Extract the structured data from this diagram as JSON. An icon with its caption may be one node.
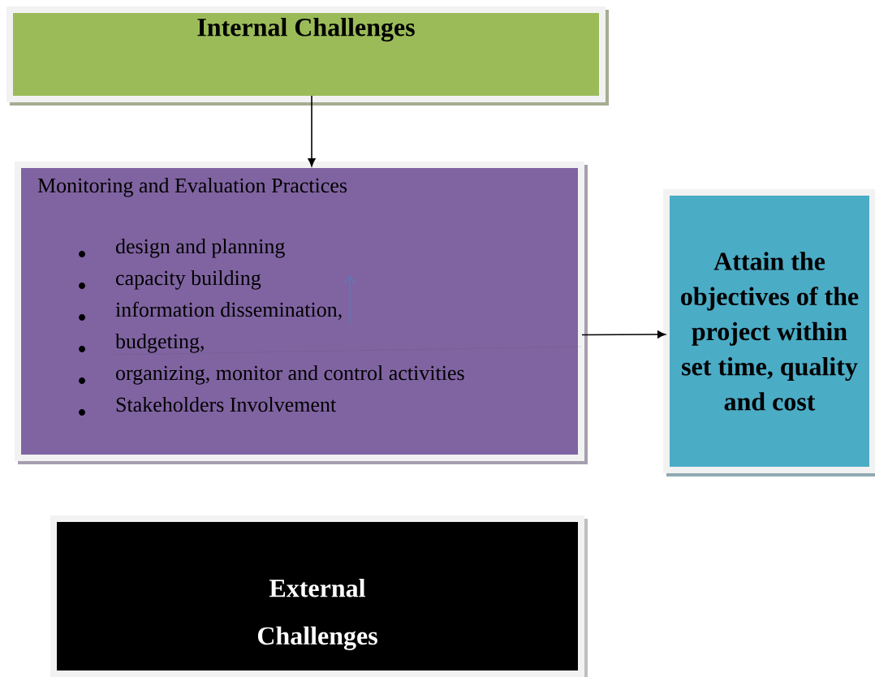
{
  "diagram": {
    "nodes": [
      {
        "text": [
          "Internal Challenges"
        ]
      },
      {
        "text": [
          "Monitoring and Evaluation Practices",
          "design and planning",
          "capacity building",
          "information dissemination,",
          "budgeting,",
          "organizing, monitor and control activities",
          "Stakeholders Involvement"
        ]
      },
      {
        "text": [
          "Attain the objectives of the project within set time, quality and cost"
        ]
      },
      {
        "text": [
          "External Challenges"
        ]
      }
    ],
    "edges": [
      {
        "from": 0,
        "to": 1,
        "arrow": "to"
      },
      {
        "from": 1,
        "to": 2,
        "arrow": "to"
      }
    ]
  }
}
